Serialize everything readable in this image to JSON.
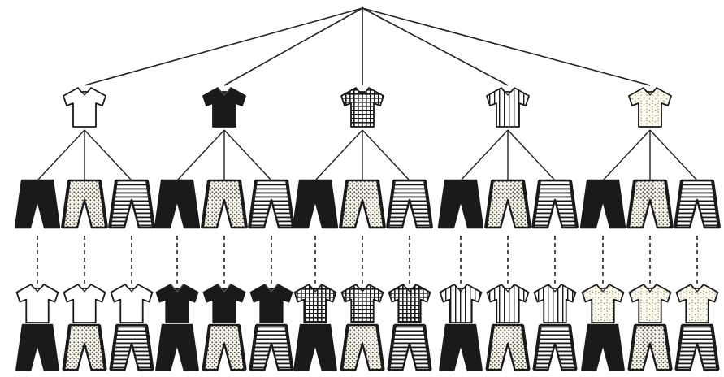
{
  "diagram": {
    "root": {
      "name": "outfit-root-node"
    },
    "shirt_patterns": [
      "white",
      "black",
      "checkered",
      "striped",
      "dotted"
    ],
    "pants_patterns": [
      "black",
      "dotted",
      "striped"
    ],
    "colors": {
      "ink": "#1a1a1a",
      "line": "#222222",
      "fill_white": "#ffffff",
      "dot_bg": "#f6f3e8",
      "dot_fg": "#5a5a5a",
      "dotted_shirt_bg": "#fdfbf0",
      "dotted_shirt_fg": "#8a8a6a"
    }
  }
}
